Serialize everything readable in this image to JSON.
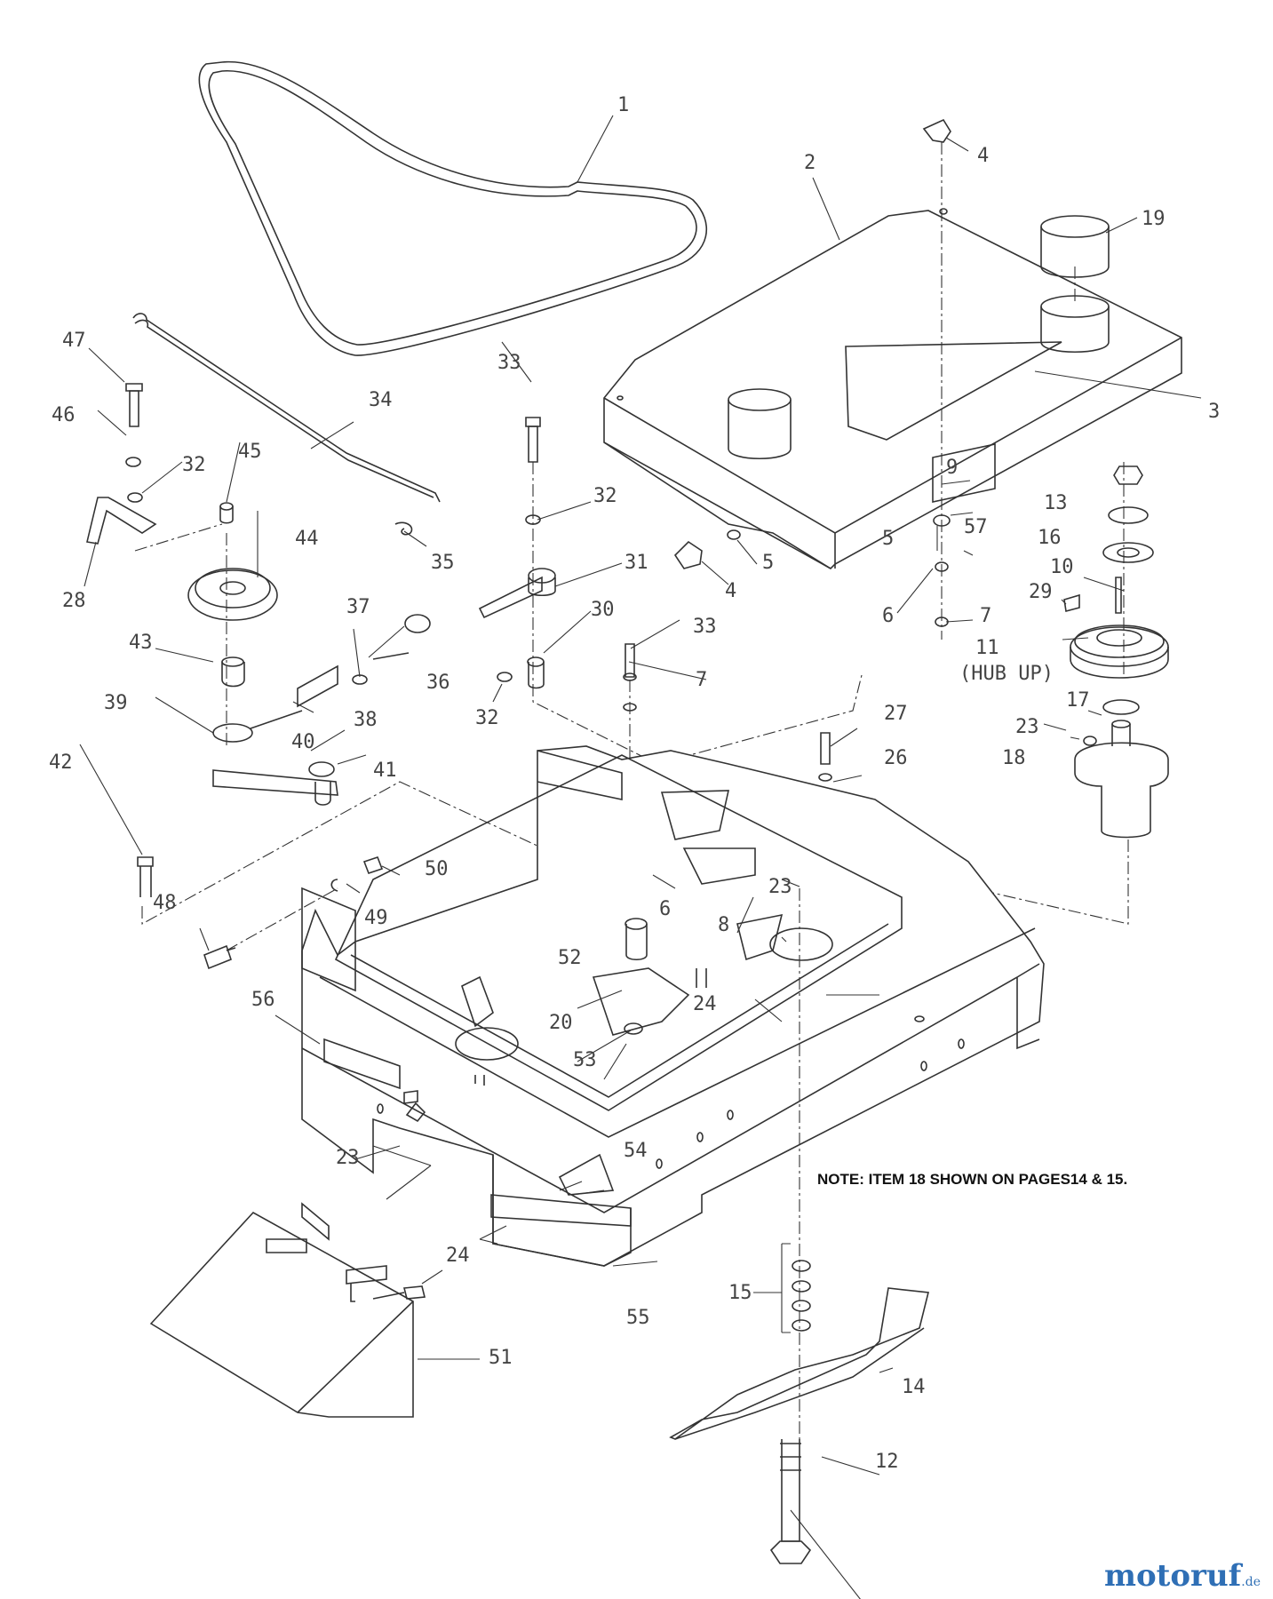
{
  "labels": [
    "1",
    "2",
    "3",
    "4",
    "4",
    "5",
    "5",
    "6",
    "6",
    "7",
    "7",
    "8",
    "9",
    "10",
    "11",
    "(HUB UP)",
    "12",
    "13",
    "14",
    "15",
    "16",
    "17",
    "18",
    "19",
    "20",
    "23",
    "23",
    "23",
    "24",
    "24",
    "26",
    "27",
    "28",
    "29",
    "30",
    "31",
    "32",
    "32",
    "32",
    "33",
    "33",
    "34",
    "35",
    "36",
    "37",
    "38",
    "39",
    "40",
    "41",
    "42",
    "43",
    "44",
    "45",
    "46",
    "47",
    "48",
    "49",
    "50",
    "51",
    "52",
    "53",
    "54",
    "55",
    "56",
    "57"
  ],
  "note": "NOTE: ITEM 18 SHOWN ON PAGES14 & 15.",
  "watermark": {
    "name": "motoruf",
    "tld": ".de",
    "color": "#2f6fb5"
  },
  "colors": {
    "line": "#333333",
    "label": "#444444"
  }
}
